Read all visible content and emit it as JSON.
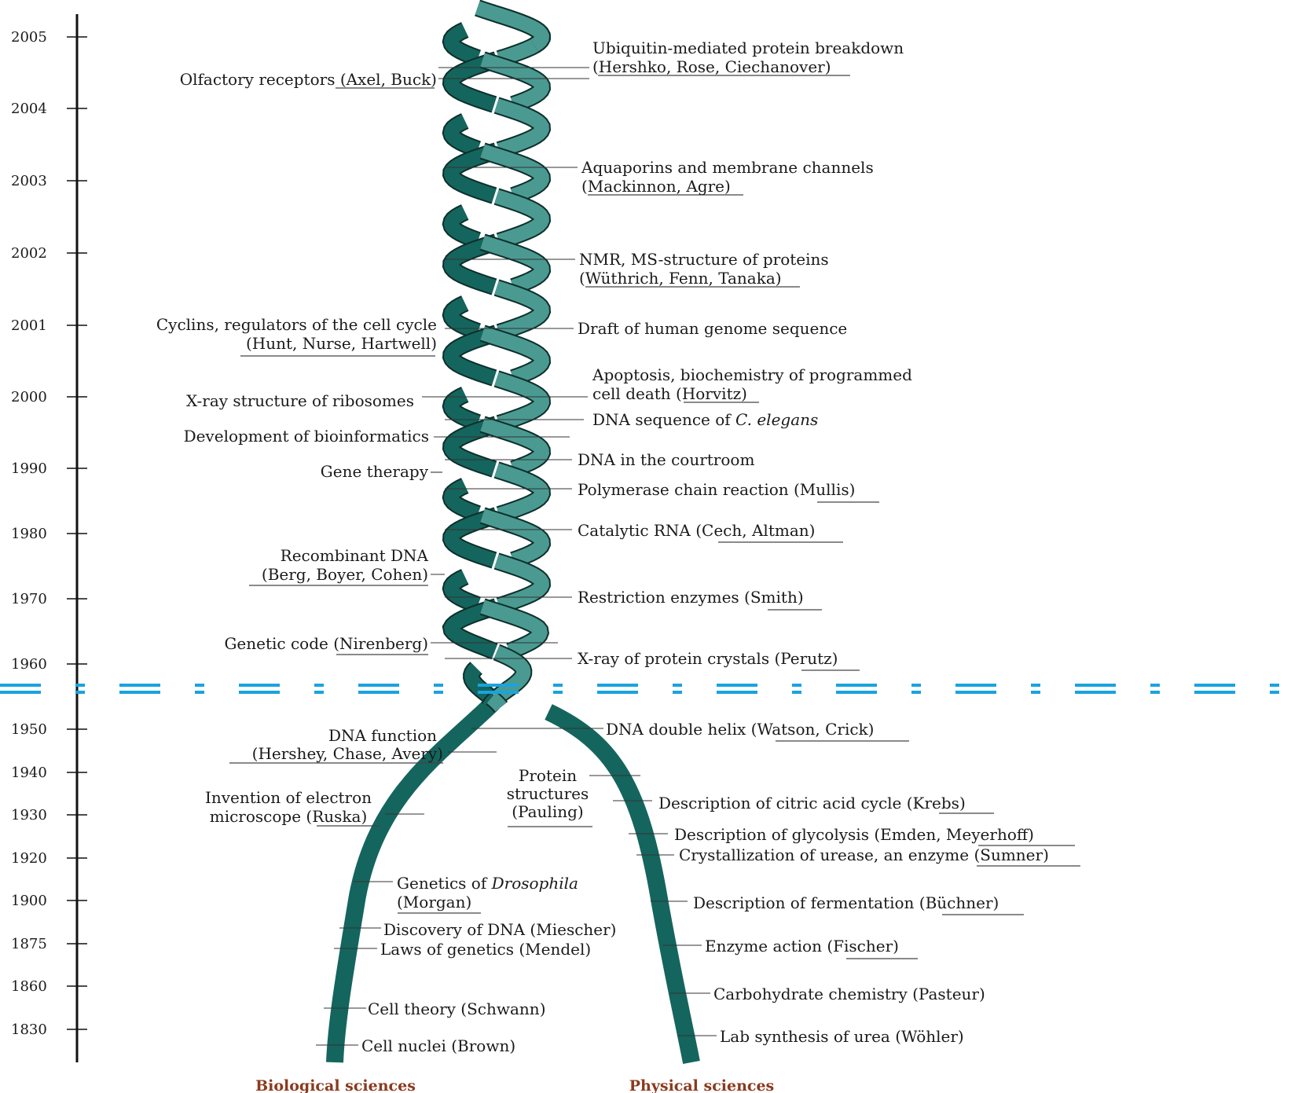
{
  "axis": {
    "years": [
      "2005",
      "2004",
      "2003",
      "2002",
      "2001",
      "2000",
      "1990",
      "1980",
      "1970",
      "1960",
      "1950",
      "1940",
      "1930",
      "1920",
      "1900",
      "1875",
      "1860",
      "1830"
    ]
  },
  "labels": {
    "ubiquitin_1": "Ubiquitin-mediated protein breakdown",
    "ubiquitin_2": "(Hershko, Rose, Ciechanover)",
    "olfactory": "Olfactory receptors (Axel, Buck)",
    "aquaporins_1": "Aquaporins and membrane channels",
    "aquaporins_2": "(Mackinnon, Agre)",
    "nmr_1": "NMR, MS-structure of proteins",
    "nmr_2": "(Wüthrich, Fenn, Tanaka)",
    "cyclins_1": "Cyclins, regulators of the cell cycle",
    "cyclins_2": "(Hunt, Nurse, Hartwell)",
    "genome": "Draft of human genome sequence",
    "apoptosis_1": "Apoptosis, biochemistry of programmed",
    "apoptosis_2": "cell death (Horvitz)",
    "ribosomes": "X-ray structure of ribosomes",
    "elegans_a": "DNA sequence of ",
    "elegans_b": "C. elegans",
    "bioinformatics": "Development of bioinformatics",
    "courtroom": "DNA in the courtroom",
    "gene_therapy": "Gene therapy",
    "pcr": "Polymerase chain reaction (Mullis)",
    "catalytic": "Catalytic RNA (Cech, Altman)",
    "recombinant_1": "Recombinant DNA",
    "recombinant_2": "(Berg, Boyer, Cohen)",
    "restriction": "Restriction enzymes (Smith)",
    "genetic_code": "Genetic code (Nirenberg)",
    "protein_crystals": "X-ray of protein crystals (Perutz)",
    "dna_function_1": "DNA function",
    "dna_function_2": "(Hershey, Chase, Avery)",
    "double_helix": "DNA double helix (Watson, Crick)",
    "protein_struct_1": "Protein",
    "protein_struct_2": "structures",
    "protein_struct_3": "(Pauling)",
    "electron_1": "Invention of electron",
    "electron_2": "microscope (Ruska)",
    "citric": "Description of citric acid cycle (Krebs)",
    "glycolysis": "Description of glycolysis (Emden, Meyerhoff)",
    "urease": "Crystallization of urease, an enzyme (Sumner)",
    "drosophila_a": "Genetics of ",
    "drosophila_b": "Drosophila",
    "drosophila_2": "(Morgan)",
    "fermentation": "Description of fermentation (Büchner)",
    "miescher": "Discovery of DNA (Miescher)",
    "mendel": "Laws of genetics (Mendel)",
    "enzyme": "Enzyme action (Fischer)",
    "carbohydrate": "Carbohydrate chemistry (Pasteur)",
    "schwann": "Cell theory (Schwann)",
    "urea": "Lab synthesis of urea (Wöhler)",
    "brown": "Cell nuclei (Brown)"
  },
  "footer": {
    "left": "Biological sciences",
    "right": "Physical sciences"
  },
  "colors": {
    "strand_light": "#4a9a92",
    "strand_dark": "#14655d",
    "outline": "#0d2f2b",
    "divider": "#19a3e0",
    "footer_text": "#8b3a1e"
  }
}
